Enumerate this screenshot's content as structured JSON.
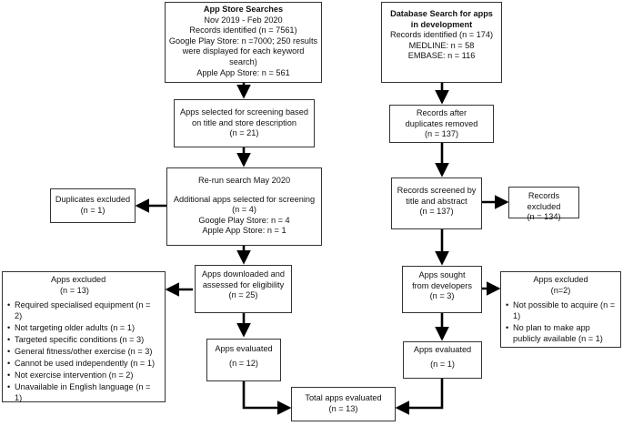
{
  "boxes": {
    "app_store_searches": {
      "title": "App Store Searches",
      "lines": [
        "Nov 2019 - Feb 2020",
        "Records identified (n = 7561)",
        "Google Play Store: n =7000; 250 results",
        "were displayed for each keyword search)",
        "Apple App Store: n = 561"
      ]
    },
    "database_search": {
      "title_lines": [
        "Database Search for apps",
        "in development"
      ],
      "lines": [
        "Records identified (n = 174)",
        "MEDLINE: n = 58",
        "EMBASE: n = 116"
      ]
    },
    "apps_selected": {
      "lines": [
        "Apps selected for screening based",
        "on title and store description",
        "(n = 21)"
      ]
    },
    "records_after_dup": {
      "lines": [
        "Records after",
        "duplicates removed",
        "(n = 137)"
      ]
    },
    "rerun_search": {
      "lines": [
        "Re-run search May 2020",
        "",
        "Additional apps selected for screening (n = 4)",
        "Google Play Store: n = 4",
        "Apple App Store: n = 1"
      ]
    },
    "duplicates_excluded": {
      "lines": [
        "Duplicates excluded",
        "(n = 1)"
      ]
    },
    "records_screened": {
      "lines": [
        "Records screened by",
        "title and abstract",
        "(n = 137)"
      ]
    },
    "records_excluded": {
      "lines": [
        "Records excluded",
        "(n = 134)"
      ]
    },
    "apps_excluded_left": {
      "title": "Apps excluded",
      "count": "(n = 13)",
      "items": [
        "Required specialised equipment (n = 2)",
        "Not targeting older adults (n = 1)",
        "Targeted specific conditions (n = 3)",
        "General fitness/other exercise (n = 3)",
        "Cannot be used independently (n = 1)",
        "Not exercise intervention (n = 2)",
        "Unavailable in English language (n = 1)"
      ]
    },
    "apps_downloaded": {
      "lines": [
        "Apps downloaded and",
        "assessed for eligibility",
        "(n = 25)"
      ]
    },
    "apps_sought": {
      "lines": [
        "Apps sought",
        "from developers",
        "(n = 3)"
      ]
    },
    "apps_excluded_right": {
      "title": "Apps excluded",
      "count": "(n=2)",
      "items": [
        "Not possible to acquire (n = 1)",
        "No plan to make app publicly available  (n = 1)"
      ]
    },
    "apps_evaluated_left": {
      "lines": [
        "Apps evaluated",
        "(n = 12)"
      ]
    },
    "apps_evaluated_right": {
      "lines": [
        "Apps evaluated",
        "(n = 1)"
      ]
    },
    "total_apps": {
      "lines": [
        "Total apps evaluated",
        "(n = 13)"
      ]
    }
  }
}
